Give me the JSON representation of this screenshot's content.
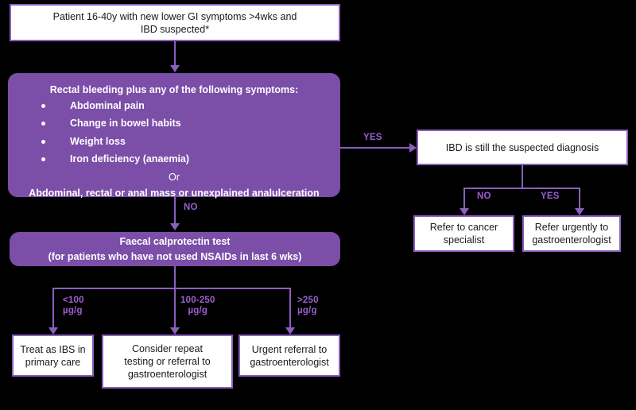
{
  "diagram": {
    "title": "Lower GI symptoms / IBD faecal calprotectin pathway",
    "colors": {
      "background": "#000000",
      "purple_fill": "#7B4EA8",
      "purple_border": "#8B5FBF",
      "label_purple": "#9B5FD0",
      "box_white": "#FFFFFF",
      "text_dark": "#1A1A1A"
    },
    "nodes": {
      "start": {
        "line1": "Patient 16-40y with new lower GI symptoms >4wks and",
        "line2": "IBD suspected*"
      },
      "symptoms": {
        "heading": "Rectal bleeding plus any of the following symptoms:",
        "bullets": [
          "Abdominal pain",
          "Change in bowel habits",
          "Weight loss",
          "Iron deficiency (anaemia)"
        ],
        "or": "Or",
        "footer": "Abdominal, rectal or anal mass or unexplained analulceration"
      },
      "ibd_suspected": {
        "text": "IBD is still the suspected diagnosis"
      },
      "refer_cancer": {
        "line1": "Refer to cancer",
        "line2": "specialist"
      },
      "refer_gastro_urgent": {
        "line1": "Refer urgently to",
        "line2": "gastroenterologist"
      },
      "calprotectin": {
        "line1": "Faecal calprotectin test",
        "line2": "(for patients who have not used NSAIDs in last 6 wks)"
      },
      "treat_ibs": {
        "line1": "Treat as IBS in",
        "line2": "primary care"
      },
      "consider_repeat": {
        "line1": "Consider repeat",
        "line2": "testing or referral to",
        "line3": "gastroenterologist"
      },
      "urgent_referral": {
        "line1": "Urgent referral to",
        "line2": "gastroenterologist"
      }
    },
    "edge_labels": {
      "symptoms_yes": "YES",
      "symptoms_no": "NO",
      "ibd_no": "NO",
      "ibd_yes": "YES",
      "calpro_low_l1": "<100",
      "calpro_low_l2": "µg/g",
      "calpro_mid_l1": "100-250",
      "calpro_mid_l2": "µg/g",
      "calpro_high_l1": ">250",
      "calpro_high_l2": "µg/g"
    }
  }
}
